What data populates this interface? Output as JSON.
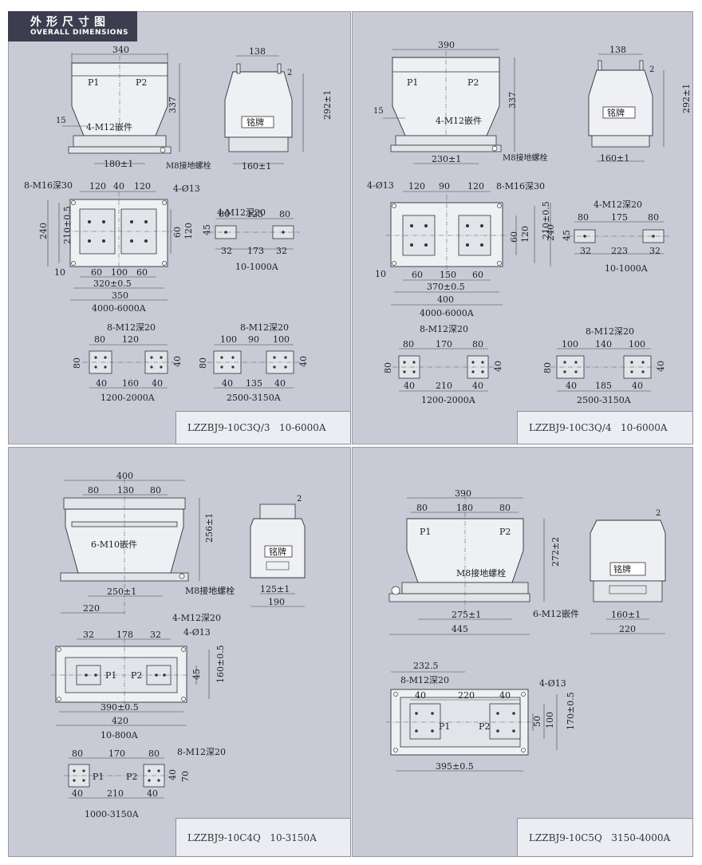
{
  "header": {
    "title_cn": "外形尺寸图",
    "title_en": "OVERALL DIMENSIONS"
  },
  "models": [
    "LZZBJ9-10C3Q/3   10-6000A",
    "LZZBJ9-10C3Q/4   10-6000A",
    "LZZBJ9-10C4Q   10-3150A",
    "LZZBJ9-10C5Q   3150-4000A"
  ],
  "q1": {
    "front": {
      "w340": "340",
      "h337": "337",
      "p1": "P1",
      "p2": "P2",
      "d15": "15",
      "insert": "4-M12嵌件",
      "d180": "180±1",
      "ground": "M8接地螺栓"
    },
    "side": {
      "w138": "138",
      "d2": "2",
      "h292": "292±1",
      "plate": "铭牌",
      "d160": "160±1"
    },
    "top": {
      "tap": "8-M16深30",
      "d120a": "120",
      "d40": "40",
      "d120b": "120",
      "hole": "4-Ø13",
      "d240": "240",
      "d210": "210±0.5",
      "d60": "60",
      "d120c": "120",
      "d10": "10",
      "b60a": "60",
      "b100": "100",
      "b60b": "60",
      "d320": "320±0.5",
      "d350": "350",
      "range": "4000-6000A"
    },
    "small": {
      "tap": "4-M12深20",
      "d80": "80",
      "d125": "125",
      "d80b": "80",
      "d45": "45",
      "d32a": "32",
      "d173": "173",
      "d32b": "32",
      "range": "10-1000A"
    },
    "b1": {
      "tap": "8-M12深20",
      "d80": "80",
      "d120": "120",
      "d80h": "80",
      "d40a": "40",
      "d160": "160",
      "d40b": "40",
      "d40v": "40",
      "range": "1200-2000A"
    },
    "b2": {
      "tap": "8-M12深20",
      "d100": "100",
      "d90": "90",
      "d100b": "100",
      "d80h": "80",
      "d40a": "40",
      "d135": "135",
      "d40b": "40",
      "d40v": "40",
      "range": "2500-3150A"
    }
  },
  "q2": {
    "front": {
      "w390": "390",
      "h337": "337",
      "p1": "P1",
      "p2": "P2",
      "d15": "15",
      "insert": "4-M12嵌件",
      "d230": "230±1",
      "ground": "M8接地螺栓"
    },
    "side": {
      "w138": "138",
      "d2": "2",
      "h292": "292±1",
      "plate": "铭牌",
      "d160": "160±1"
    },
    "top": {
      "hole": "4-Ø13",
      "d120a": "120",
      "d90": "90",
      "d120b": "120",
      "tap": "8-M16深30",
      "d60": "60",
      "d120c": "120",
      "d210": "210±0.5",
      "d240": "240",
      "d10": "10",
      "b60a": "60",
      "b150": "150",
      "b60b": "60",
      "d370": "370±0.5",
      "d400": "400",
      "range": "4000-6000A"
    },
    "small": {
      "tap": "4-M12深20",
      "d80": "80",
      "d175": "175",
      "d80b": "80",
      "d45": "45",
      "d32a": "32",
      "d223": "223",
      "d32b": "32",
      "range": "10-1000A"
    },
    "b1": {
      "tap": "8-M12深20",
      "d80": "80",
      "d170": "170",
      "d80b": "80",
      "d80h": "80",
      "d40a": "40",
      "d210": "210",
      "d40b": "40",
      "d40v": "40",
      "range": "1200-2000A"
    },
    "b2": {
      "tap": "8-M12深20",
      "d100": "100",
      "d140": "140",
      "d100b": "100",
      "d80h": "80",
      "d40a": "40",
      "d185": "185",
      "d40b": "40",
      "d40v": "40",
      "range": "2500-3150A"
    }
  },
  "q3": {
    "front": {
      "w400": "400",
      "d80a": "80",
      "d130": "130",
      "d80b": "80",
      "h256": "256±1",
      "insert": "6-M10嵌件",
      "d250": "250±1",
      "ground": "M8接地螺栓",
      "d220": "220"
    },
    "side": {
      "d2": "2",
      "plate": "铭牌",
      "d125": "125±1",
      "d190": "190"
    },
    "top": {
      "tap": "4-M12深20",
      "hole": "4-Ø13",
      "d32a": "32",
      "d178": "178",
      "d32b": "32",
      "p1": "P1",
      "p2": "P2",
      "d45": "45",
      "d160": "160±0.5",
      "d390": "390±0.5",
      "d420": "420",
      "range": "10-800A"
    },
    "bus": {
      "tap": "8-M12深20",
      "d80a": "80",
      "d170": "170",
      "d80b": "80",
      "p1": "P1",
      "p2": "P2",
      "d40a": "40",
      "d210": "210",
      "d40b": "40",
      "d40v": "40",
      "d70": "70",
      "range": "1000-3150A"
    }
  },
  "q4": {
    "front": {
      "w390": "390",
      "d80a": "80",
      "d180": "180",
      "d80b": "80",
      "p1": "P1",
      "p2": "P2",
      "h272": "272±2",
      "ground": "M8接地螺栓",
      "d275": "275±1",
      "insert": "6-M12嵌件",
      "d445": "445"
    },
    "side": {
      "d2": "2",
      "plate": "铭牌",
      "d160": "160±1",
      "d220": "220"
    },
    "top": {
      "d232": "232.5",
      "tap": "8-M12深20",
      "hole": "4-Ø13",
      "d40a": "40",
      "d220": "220",
      "d40b": "40",
      "p1": "P1",
      "p2": "P2",
      "d50": "50",
      "d100": "100",
      "d170": "170±0.5",
      "d395": "395±0.5"
    }
  }
}
